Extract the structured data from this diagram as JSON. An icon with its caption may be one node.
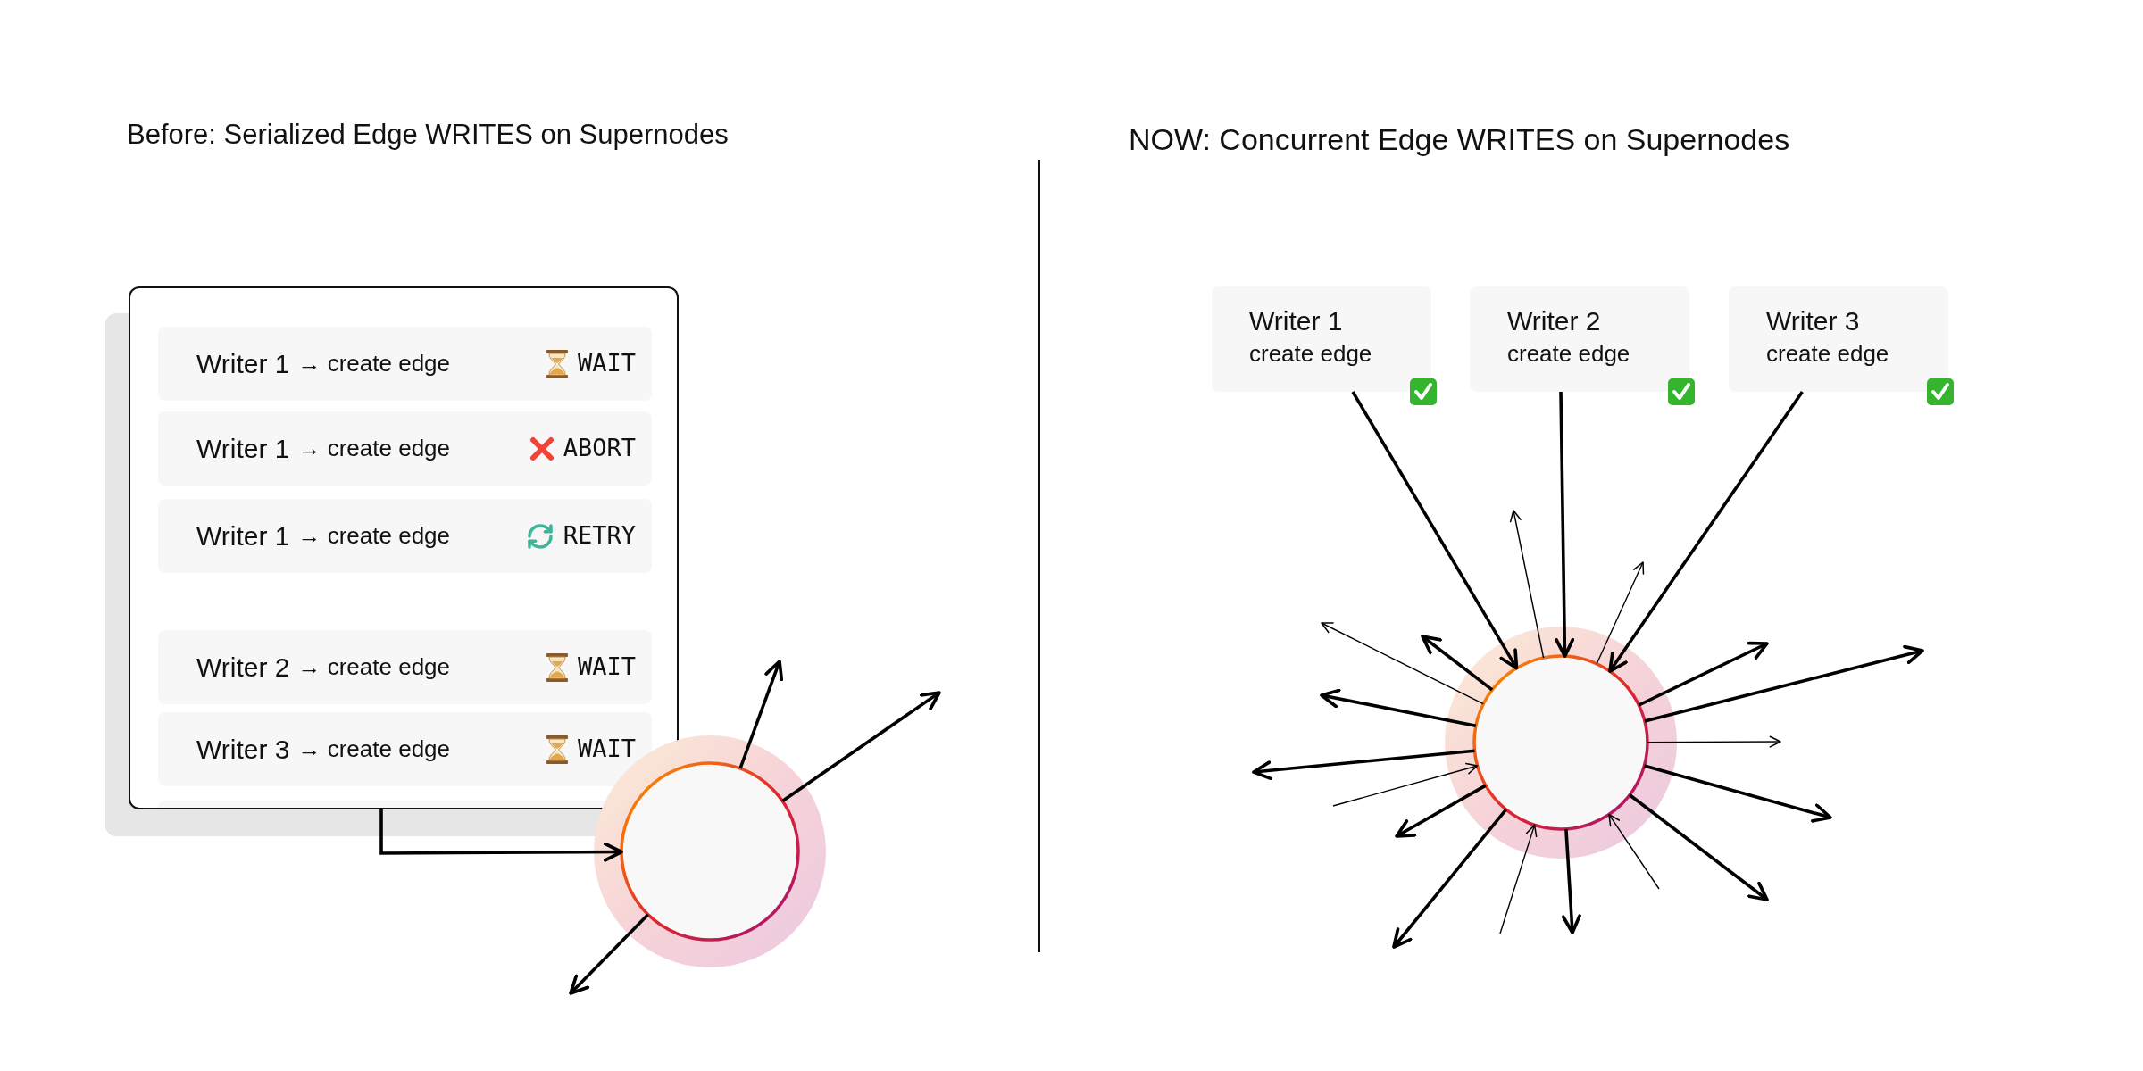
{
  "diagram": {
    "nodes": [
      {
        "text": [],
        "shape": "box"
      },
      {
        "text": [
          "Writer 1",
          "→ create edge",
          "WAIT"
        ],
        "in": 0
      },
      {
        "text": [
          "Writer 1",
          "→ create edge",
          "ABORT"
        ],
        "in": 0
      },
      {
        "text": [
          "Writer 1",
          "→ create edge",
          "RETRY"
        ],
        "in": 0
      },
      {
        "text": [
          "Writer 2",
          "→ create edge",
          "WAIT"
        ],
        "in": 0
      },
      {
        "text": [
          "Writer 3",
          "→ create edge",
          "WAIT"
        ],
        "in": 0
      },
      {
        "text": [],
        "shape": "circle"
      },
      {
        "text": [
          "Writer 1",
          "create edge"
        ]
      },
      {
        "text": [
          "Writer 2",
          "create edge"
        ]
      },
      {
        "text": [
          "Writer 3",
          "create edge"
        ]
      },
      {
        "text": [],
        "shape": "circle"
      }
    ],
    "edges": [
      {
        "from": 0,
        "to": 6,
        "arrow": "to"
      },
      {
        "from": 6,
        "to": null,
        "arrow": "to"
      },
      {
        "from": 6,
        "to": null,
        "arrow": "to"
      },
      {
        "from": 6,
        "to": null,
        "arrow": "to"
      },
      {
        "from": 7,
        "to": 10,
        "arrow": "to"
      },
      {
        "from": 8,
        "to": 10,
        "arrow": "to"
      },
      {
        "from": 9,
        "to": 10,
        "arrow": "to"
      },
      {
        "from": 10,
        "to": null,
        "arrow": "to"
      },
      {
        "from": 10,
        "to": null,
        "arrow": "to"
      },
      {
        "from": 10,
        "to": null,
        "arrow": "to"
      },
      {
        "from": 10,
        "to": null,
        "arrow": "to"
      },
      {
        "from": 10,
        "to": null,
        "arrow": "to"
      },
      {
        "from": 10,
        "to": null,
        "arrow": "to"
      },
      {
        "from": 10,
        "to": null,
        "arrow": "to"
      },
      {
        "from": null,
        "to": 10,
        "arrow": "to"
      },
      {
        "from": 10,
        "to": null,
        "arrow": "to"
      },
      {
        "from": null,
        "to": 10,
        "arrow": "to"
      },
      {
        "from": 10,
        "to": null,
        "arrow": "to"
      },
      {
        "from": 10,
        "to": null,
        "arrow": "to"
      },
      {
        "from": null,
        "to": 10,
        "arrow": "to"
      },
      {
        "from": 10,
        "to": null,
        "arrow": "to"
      },
      {
        "from": 10,
        "to": null,
        "arrow": "to"
      },
      {
        "from": 10,
        "to": null,
        "arrow": "to"
      },
      {
        "from": 10,
        "to": null,
        "arrow": "to"
      }
    ],
    "labels": [
      "Before: Serialized Edge WRITES on Supernodes",
      "NOW: Concurrent Edge WRITES on Supernodes"
    ]
  }
}
